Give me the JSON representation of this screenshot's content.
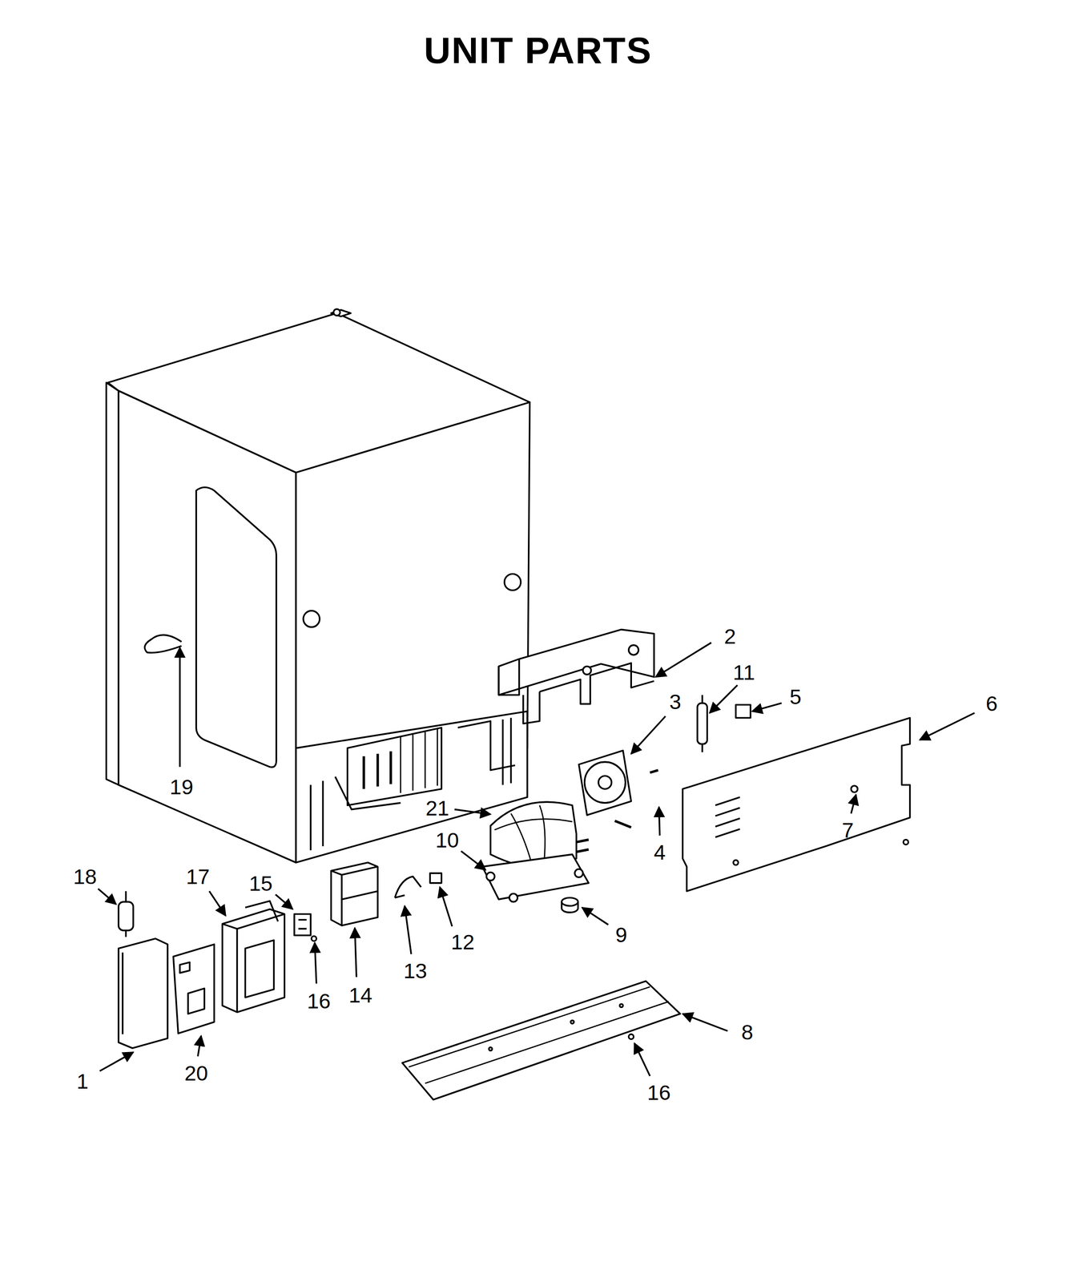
{
  "diagram": {
    "title": "UNIT PARTS",
    "labels": [
      "2",
      "11",
      "5",
      "3",
      "6",
      "19",
      "21",
      "7",
      "10",
      "4",
      "18",
      "17",
      "15",
      "9",
      "12",
      "13",
      "14",
      "16",
      "8",
      "20",
      "1",
      "16"
    ]
  }
}
